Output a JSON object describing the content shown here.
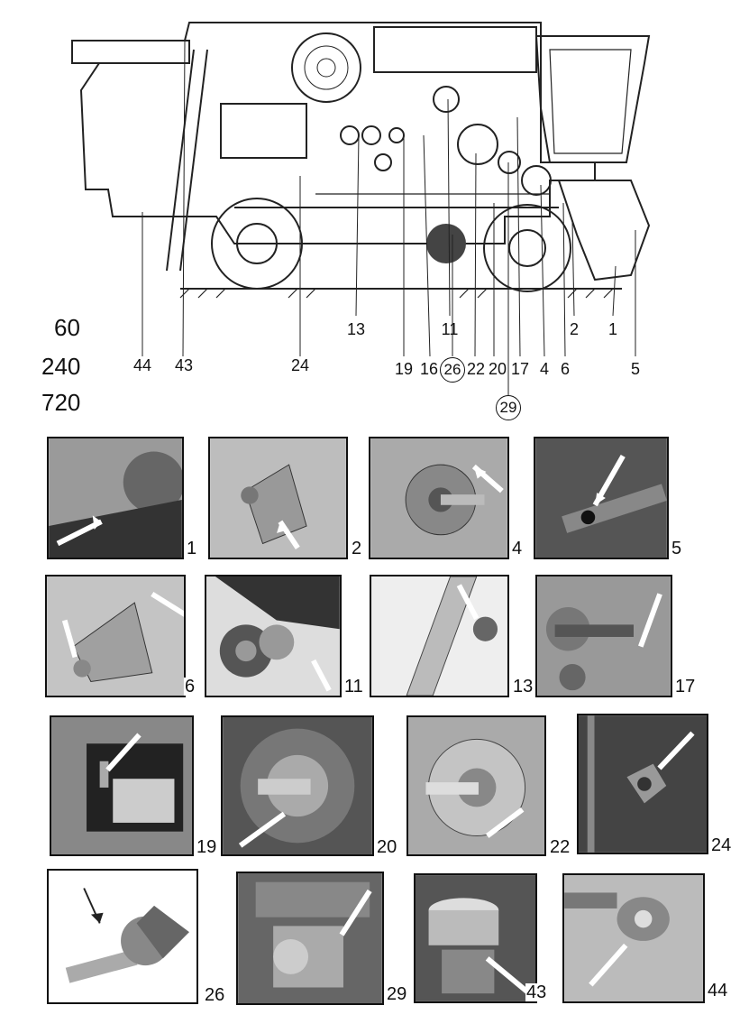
{
  "overview": {
    "callouts": [
      "44",
      "43",
      "24",
      "13",
      "19",
      "16",
      "26",
      "22",
      "20",
      "17",
      "4",
      "6",
      "2",
      "1",
      "5",
      "11",
      "29"
    ],
    "circled_callouts": [
      "26",
      "29"
    ],
    "intervals": [
      "60",
      "240",
      "720"
    ]
  },
  "panels": [
    {
      "label": "1"
    },
    {
      "label": "2"
    },
    {
      "label": "4"
    },
    {
      "label": "5"
    },
    {
      "label": "6"
    },
    {
      "label": "11"
    },
    {
      "label": "13"
    },
    {
      "label": "17"
    },
    {
      "label": "19"
    },
    {
      "label": "20"
    },
    {
      "label": "22"
    },
    {
      "label": "24"
    },
    {
      "label": "26"
    },
    {
      "label": "29"
    },
    {
      "label": "43"
    },
    {
      "label": "44"
    }
  ]
}
